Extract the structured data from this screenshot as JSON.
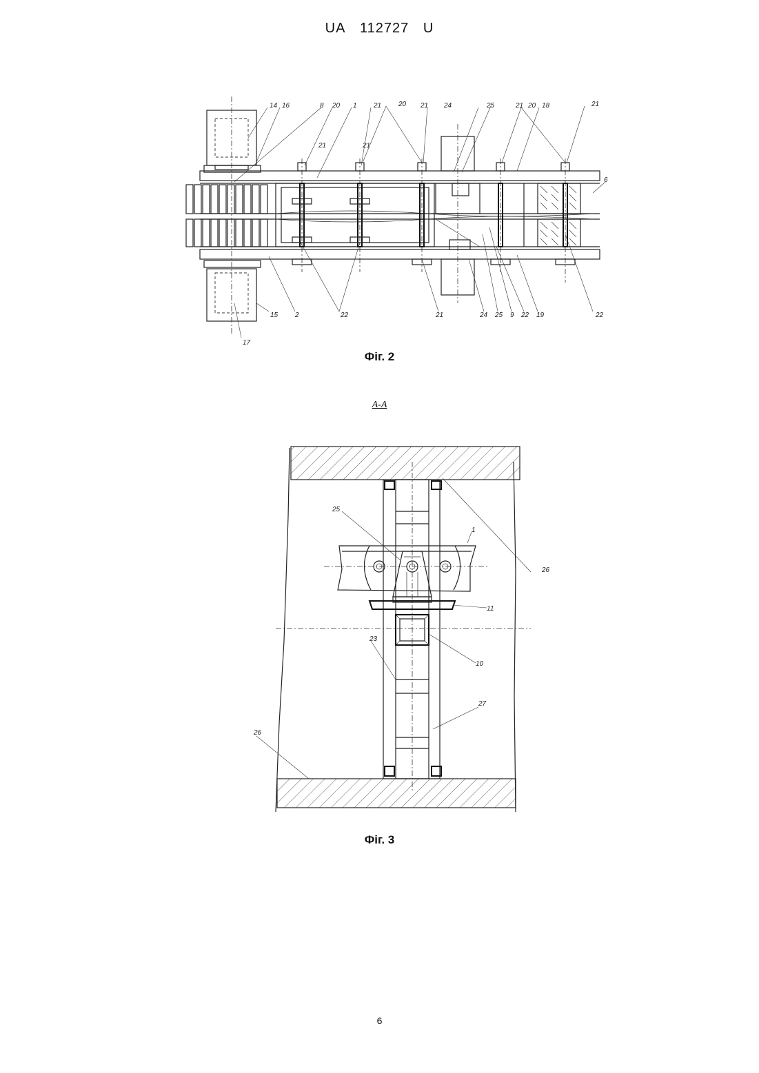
{
  "header": {
    "country": "UA",
    "number": "112727",
    "kind": "U"
  },
  "figure2": {
    "caption": "Фіг. 2",
    "callouts_top": [
      "14",
      "16",
      "8",
      "20",
      "1",
      "21",
      "20",
      "21",
      "24",
      "25",
      "21",
      "20",
      "18",
      "21"
    ],
    "callouts_bottom": [
      "22",
      "2",
      "15",
      "17",
      "21",
      "24",
      "25",
      "9",
      "22",
      "19",
      "22"
    ],
    "callouts_side": [
      "21",
      "21",
      "6"
    ]
  },
  "figure3": {
    "section_label": "A-A",
    "caption": "Фіг. 3",
    "callouts": [
      "25",
      "1",
      "26",
      "11",
      "23",
      "10",
      "27",
      "26"
    ]
  },
  "page_number": "6"
}
